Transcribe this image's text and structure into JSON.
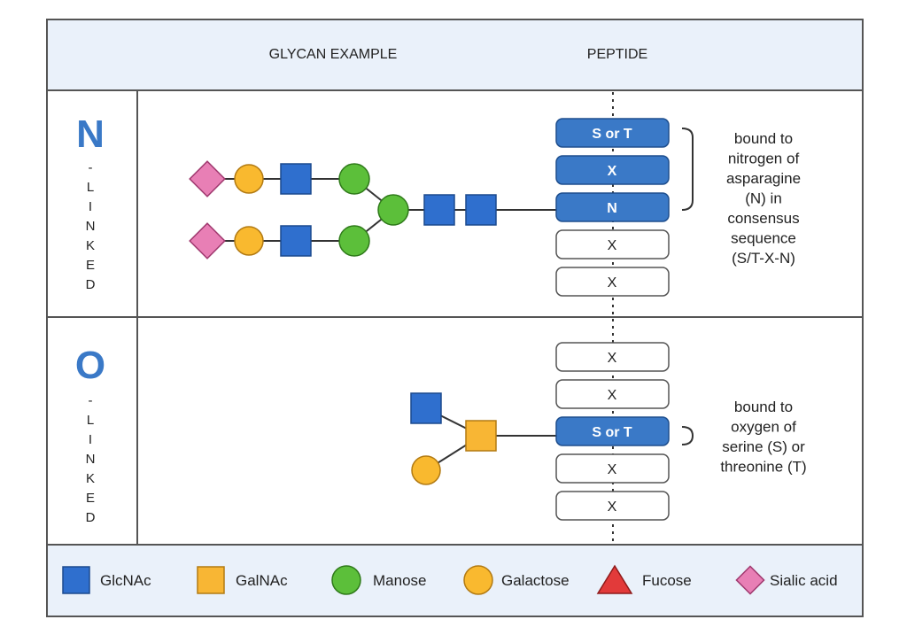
{
  "header": {
    "glycan_col": "GLYCAN EXAMPLE",
    "peptide_col": "PEPTIDE"
  },
  "colors": {
    "glcnac": "#2f6fce",
    "galnac": "#f8b634",
    "manose": "#5cbf3a",
    "galactose": "#f9b92f",
    "fucose": "#e23a3a",
    "sialic": "#e87fb5",
    "header_bg": "#eaf1fa",
    "residue_active": "#3a79c7",
    "big_letter": "#3a79c7"
  },
  "n_linked": {
    "big_letter": "N",
    "side_letters": [
      "-",
      "L",
      "I",
      "N",
      "K",
      "E",
      "D"
    ],
    "residues": [
      "S or T",
      "X",
      "N",
      "X",
      "X"
    ],
    "active": [
      0,
      1,
      2
    ],
    "annotation": [
      "bound to",
      "nitrogen of",
      "asparagine",
      "(N) in",
      "consensus",
      "sequence",
      "(S/T-X-N)"
    ]
  },
  "o_linked": {
    "big_letter": "O",
    "side_letters": [
      "-",
      "L",
      "I",
      "N",
      "K",
      "E",
      "D"
    ],
    "residues": [
      "X",
      "X",
      "S or T",
      "X",
      "X"
    ],
    "active": [
      2
    ],
    "annotation": [
      "bound to",
      "oxygen of",
      "serine (S) or",
      "threonine (T)"
    ]
  },
  "legend": [
    {
      "label": "GlcNAc",
      "shape": "blue-square-icon"
    },
    {
      "label": "GalNAc",
      "shape": "orange-square-icon"
    },
    {
      "label": "Manose",
      "shape": "green-circle-icon"
    },
    {
      "label": "Galactose",
      "shape": "yellow-circle-icon"
    },
    {
      "label": "Fucose",
      "shape": "red-triangle-icon"
    },
    {
      "label": "Sialic acid",
      "shape": "pink-diamond-icon"
    }
  ]
}
